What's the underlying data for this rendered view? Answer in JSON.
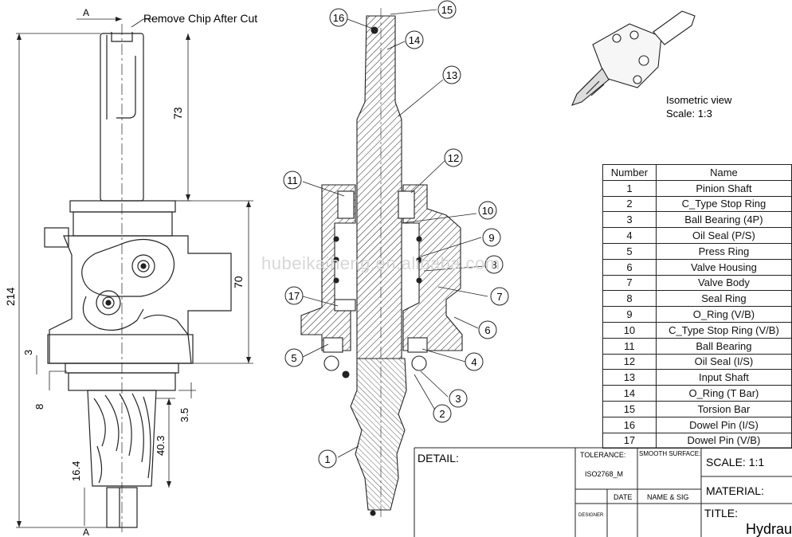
{
  "annotations": {
    "remove_chip": "Remove Chip After Cut",
    "section_a": "A",
    "iso_view": "Isometric view",
    "iso_scale": "Scale:  1:3",
    "watermark": "hubeikaiheng.en.alibaba.com"
  },
  "dimensions": {
    "d73": "73",
    "d214": "214",
    "d70": "70",
    "d3": "3",
    "d8": "8",
    "d3_5": "3.5",
    "d40_3": "40.3",
    "d16_4": "16.4",
    "dA": "A"
  },
  "balloons": {
    "b1": "1",
    "b2": "2",
    "b3": "3",
    "b4": "4",
    "b5": "5",
    "b6": "6",
    "b7": "7",
    "b8": "8",
    "b9": "9",
    "b10": "10",
    "b11": "11",
    "b12": "12",
    "b13": "13",
    "b14": "14",
    "b15": "15",
    "b16": "16",
    "b17": "17"
  },
  "parts_table": {
    "header_number": "Number",
    "header_name": "Name",
    "rows": [
      {
        "num": "1",
        "name": "Pinion Shaft"
      },
      {
        "num": "2",
        "name": "C_Type Stop Ring"
      },
      {
        "num": "3",
        "name": "Ball Bearing  (4P)"
      },
      {
        "num": "4",
        "name": "Oil Seal (P/S)"
      },
      {
        "num": "5",
        "name": "Press Ring"
      },
      {
        "num": "6",
        "name": "Valve Housing"
      },
      {
        "num": "7",
        "name": "Valve Body"
      },
      {
        "num": "8",
        "name": "Seal Ring"
      },
      {
        "num": "9",
        "name": "O_Ring (V/B)"
      },
      {
        "num": "10",
        "name": "C_Type Stop Ring  (V/B)"
      },
      {
        "num": "11",
        "name": "Ball Bearing"
      },
      {
        "num": "12",
        "name": "Oil Seal (I/S)"
      },
      {
        "num": "13",
        "name": "Input Shaft"
      },
      {
        "num": "14",
        "name": "O_Ring (T Bar)"
      },
      {
        "num": "15",
        "name": "Torsion Bar"
      },
      {
        "num": "16",
        "name": "Dowel Pin (I/S)"
      },
      {
        "num": "17",
        "name": "Dowel Pin (V/B)"
      }
    ]
  },
  "title_block": {
    "detail": "DETAIL:",
    "tolerance": "TOLERANCE:",
    "tolerance_value": "ISO2768_M",
    "smooth_surface": "SMOOTH SURFACE:",
    "date": "DATE",
    "name_sig": "NAME & SIG",
    "designer": "DESIGNER",
    "scale": "SCALE: 1:1",
    "material": "MATERIAL:",
    "title": "TITLE:",
    "title_value": "Hydrau"
  }
}
